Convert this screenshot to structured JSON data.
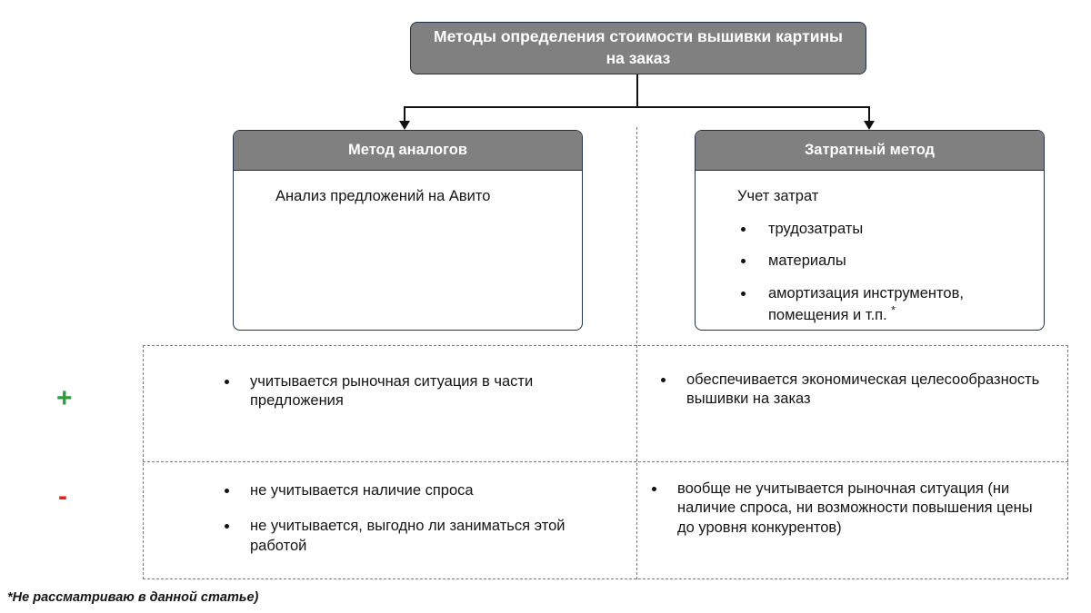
{
  "diagram": {
    "title": "Методы определения стоимости вышивки картины на заказ",
    "methods": [
      {
        "header": "Метод аналогов",
        "lead": "Анализ предложений на Авито",
        "bullets": []
      },
      {
        "header": "Затратный метод",
        "lead": "Учет затрат",
        "bullets": [
          "трудозатраты",
          "материалы",
          "амортизация инструментов, помещения и т.п. *"
        ]
      }
    ],
    "comparison": {
      "rows": [
        {
          "sign": "+",
          "sign_color": "#2e9b3e",
          "cells": [
            [
              "учитывается рыночная ситуация в части предложения"
            ],
            [
              "обеспечивается экономическая целесообразность вышивки на заказ"
            ]
          ]
        },
        {
          "sign": "-",
          "sign_color": "#e8231a",
          "cells": [
            [
              "не учитывается наличие спроса",
              "не учитывается, выгодно ли заниматься этой работой"
            ],
            [
              "вообще не учитывается рыночная ситуация (ни наличие спроса, ни возможности повышения цены до уровня конкурентов)"
            ]
          ]
        }
      ]
    },
    "footnote": "*Не рассматриваю в данной статье)",
    "colors": {
      "header_fill": "#808080",
      "border": "#1f3048",
      "dashed": "#7a7a7a",
      "text": "#151515"
    }
  }
}
